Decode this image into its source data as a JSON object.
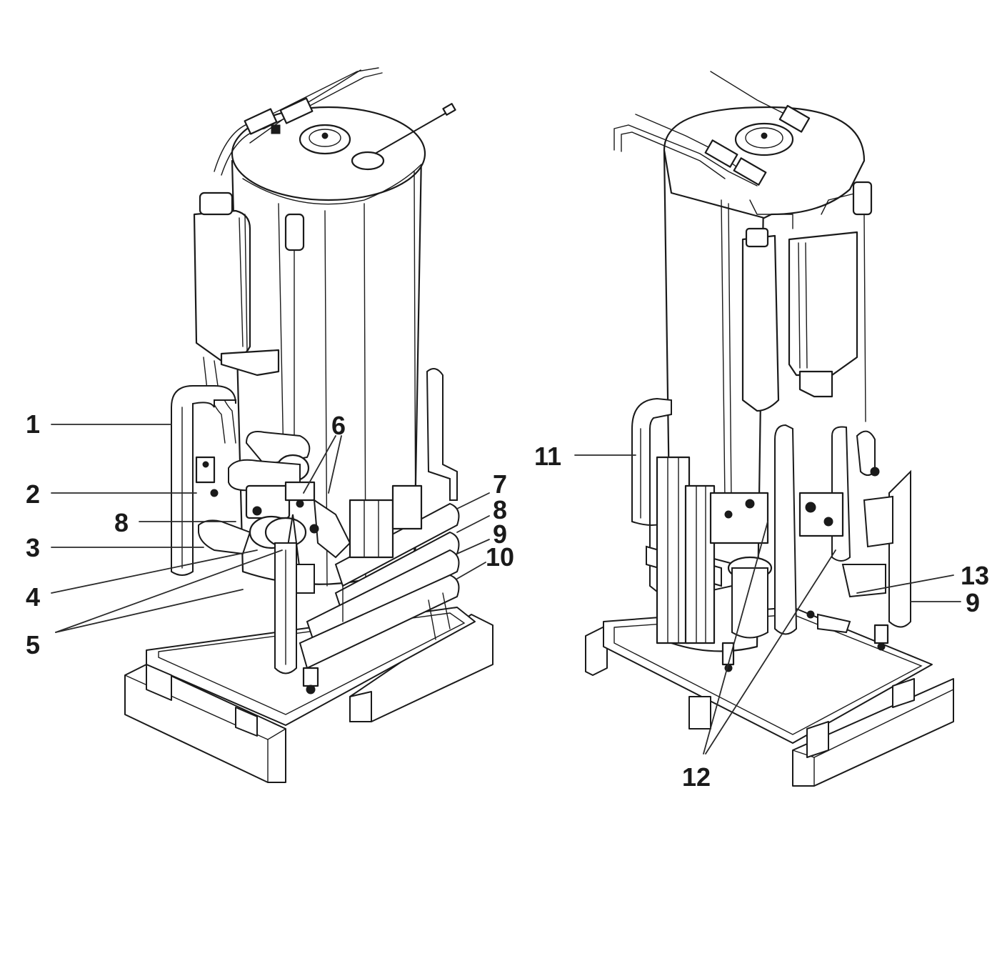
{
  "callouts": [
    {
      "id": "c1",
      "text": "1"
    },
    {
      "id": "c2",
      "text": "2"
    },
    {
      "id": "c3",
      "text": "3"
    },
    {
      "id": "c4",
      "text": "4"
    },
    {
      "id": "c5",
      "text": "5"
    },
    {
      "id": "c6",
      "text": "6"
    },
    {
      "id": "c7",
      "text": "7"
    },
    {
      "id": "c8a",
      "text": "8"
    },
    {
      "id": "c8b",
      "text": "8"
    },
    {
      "id": "c9a",
      "text": "9"
    },
    {
      "id": "c9b",
      "text": "9"
    },
    {
      "id": "c10",
      "text": "10"
    },
    {
      "id": "c11",
      "text": "11"
    },
    {
      "id": "c12",
      "text": "12"
    },
    {
      "id": "c13",
      "text": "13"
    }
  ],
  "views": [
    "front-left-view",
    "rear-right-view"
  ],
  "colors": {
    "line": "#1a1a1a",
    "background": "#ffffff"
  }
}
